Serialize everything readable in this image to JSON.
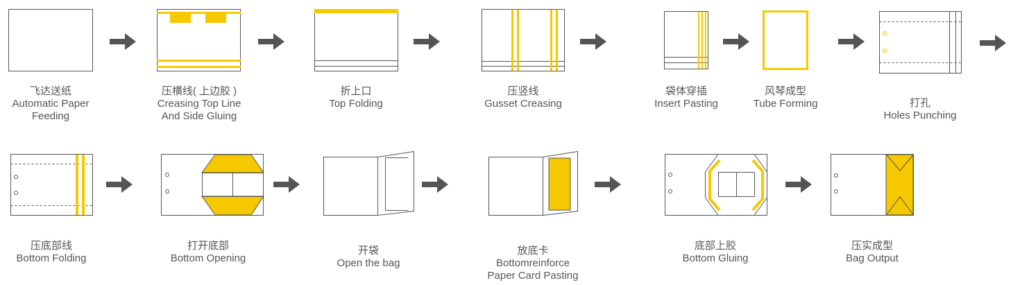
{
  "colors": {
    "outline": "#555555",
    "accent": "#f5c800",
    "arrow": "#555555",
    "text": "#555555"
  },
  "steps": [
    {
      "zh": "飞达送纸",
      "en1": "Automatic Paper",
      "en2": "Feeding"
    },
    {
      "zh": "压横线( 上边胶 )",
      "en1": "Creasing Top Line",
      "en2": "And Side Gluing"
    },
    {
      "zh": "折上口",
      "en1": "Top Folding",
      "en2": ""
    },
    {
      "zh": "压竖线",
      "en1": "Gusset Creasing",
      "en2": ""
    },
    {
      "zh": "袋体穿插",
      "en1": "Insert Pasting",
      "en2": ""
    },
    {
      "zh": "风琴成型",
      "en1": "Tube Forming",
      "en2": ""
    },
    {
      "zh": "打孔",
      "en1": "Holes Punching",
      "en2": ""
    },
    {
      "zh": "压底部线",
      "en1": "Bottom Folding",
      "en2": ""
    },
    {
      "zh": "打开底部",
      "en1": "Bottom Opening",
      "en2": ""
    },
    {
      "zh": "开袋",
      "en1": "Open the bag",
      "en2": ""
    },
    {
      "zh": "放底卡",
      "en1": "Bottomreinforce",
      "en2": "Paper Card Pasting"
    },
    {
      "zh": "底部上胶",
      "en1": "Bottom Gluing",
      "en2": ""
    },
    {
      "zh": "压实成型",
      "en1": "Bag Output",
      "en2": ""
    }
  ]
}
